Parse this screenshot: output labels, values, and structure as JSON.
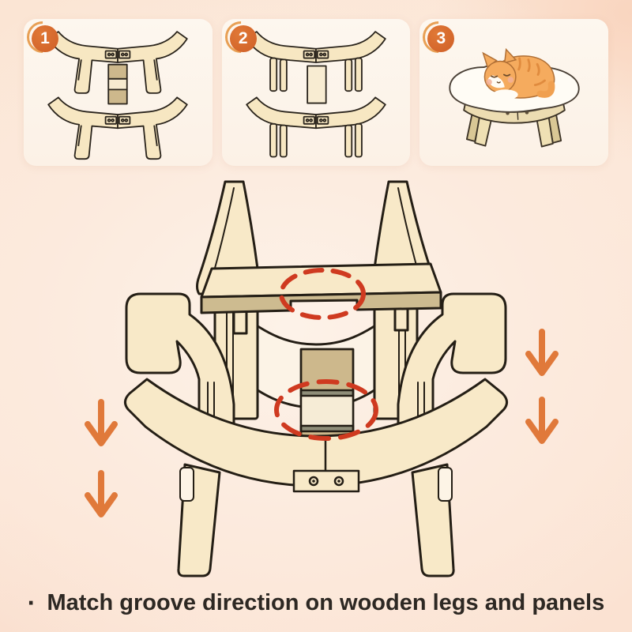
{
  "steps": [
    {
      "number": "1",
      "shows": "two-leg-pairs-with-three-segment-center-connector"
    },
    {
      "number": "2",
      "shows": "two-forked-leg-pairs-with-single-center-panel"
    },
    {
      "number": "3",
      "shows": "finished-hammock-with-sleeping-cat"
    }
  ],
  "diagram": {
    "groove_highlights": [
      {
        "icon": "dashed-oval-highlight",
        "location": "top-panel-groove"
      },
      {
        "icon": "dashed-oval-highlight",
        "location": "center-connector-groove"
      }
    ],
    "arrows": {
      "icon": "down-arrow",
      "glyph": "↓",
      "count": 4,
      "direction": "down"
    }
  },
  "caption": {
    "bullet": "·",
    "text": "Match groove direction on wooden legs and panels"
  },
  "colors": {
    "accent_orange": "#d4652a",
    "arrow_orange": "#e0793a",
    "highlight_red": "#cf3a20",
    "wood_light": "#f8e9c8",
    "wood_dark": "#cdbb90",
    "card_cream": "#fdf5ec",
    "background_peach": "#fbe3d2",
    "text_dark": "#2d2823"
  }
}
